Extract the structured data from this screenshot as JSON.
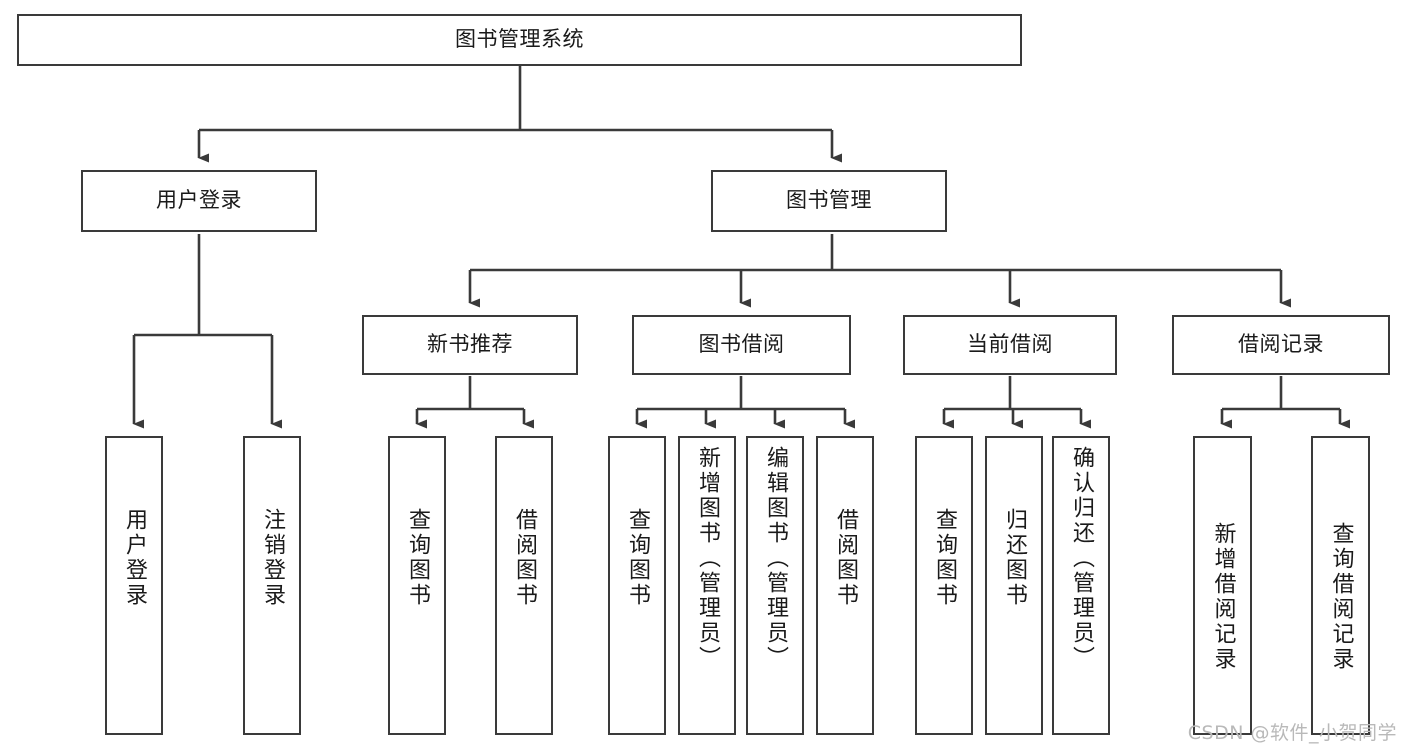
{
  "diagram": {
    "type": "tree-hierarchy",
    "title": "图书管理系统",
    "watermark": "CSDN @软件_小贺同学",
    "colors": {
      "box_border": "#3a3a3a",
      "box_fill": "#ffffff",
      "edge": "#3a3a3a",
      "text": "#1a1a1a",
      "watermark": "#b9b9b9"
    },
    "levels": {
      "root": {
        "label": "图书管理系统"
      },
      "level2": [
        {
          "id": "user-login",
          "label": "用户登录"
        },
        {
          "id": "book-manage",
          "label": "图书管理"
        }
      ],
      "level3": [
        {
          "id": "new-book-recommend",
          "label": "新书推荐"
        },
        {
          "id": "book-borrow",
          "label": "图书借阅"
        },
        {
          "id": "current-borrow",
          "label": "当前借阅"
        },
        {
          "id": "borrow-record",
          "label": "借阅记录"
        }
      ],
      "leaves": [
        {
          "id": "leaf-user-login",
          "label": "用户登录",
          "parent": "user-login"
        },
        {
          "id": "leaf-user-logout",
          "label": "注销登录",
          "parent": "user-login"
        },
        {
          "id": "leaf-query-book-1",
          "label": "查询图书",
          "parent": "new-book-recommend"
        },
        {
          "id": "leaf-borrow-book-1",
          "label": "借阅图书",
          "parent": "new-book-recommend"
        },
        {
          "id": "leaf-query-book-2",
          "label": "查询图书",
          "parent": "book-borrow"
        },
        {
          "id": "leaf-add-book",
          "label": "新增图书（管理员）",
          "parent": "book-borrow"
        },
        {
          "id": "leaf-edit-book",
          "label": "编辑图书（管理员）",
          "parent": "book-borrow"
        },
        {
          "id": "leaf-borrow-book-2",
          "label": "借阅图书",
          "parent": "book-borrow"
        },
        {
          "id": "leaf-query-book-3",
          "label": "查询图书",
          "parent": "current-borrow"
        },
        {
          "id": "leaf-return-book",
          "label": "归还图书",
          "parent": "current-borrow"
        },
        {
          "id": "leaf-confirm-return",
          "label": "确认归还（管理员）",
          "parent": "current-borrow"
        },
        {
          "id": "leaf-add-record",
          "label": "新增借阅记录",
          "parent": "borrow-record"
        },
        {
          "id": "leaf-query-record",
          "label": "查询借阅记录",
          "parent": "borrow-record"
        }
      ]
    }
  }
}
